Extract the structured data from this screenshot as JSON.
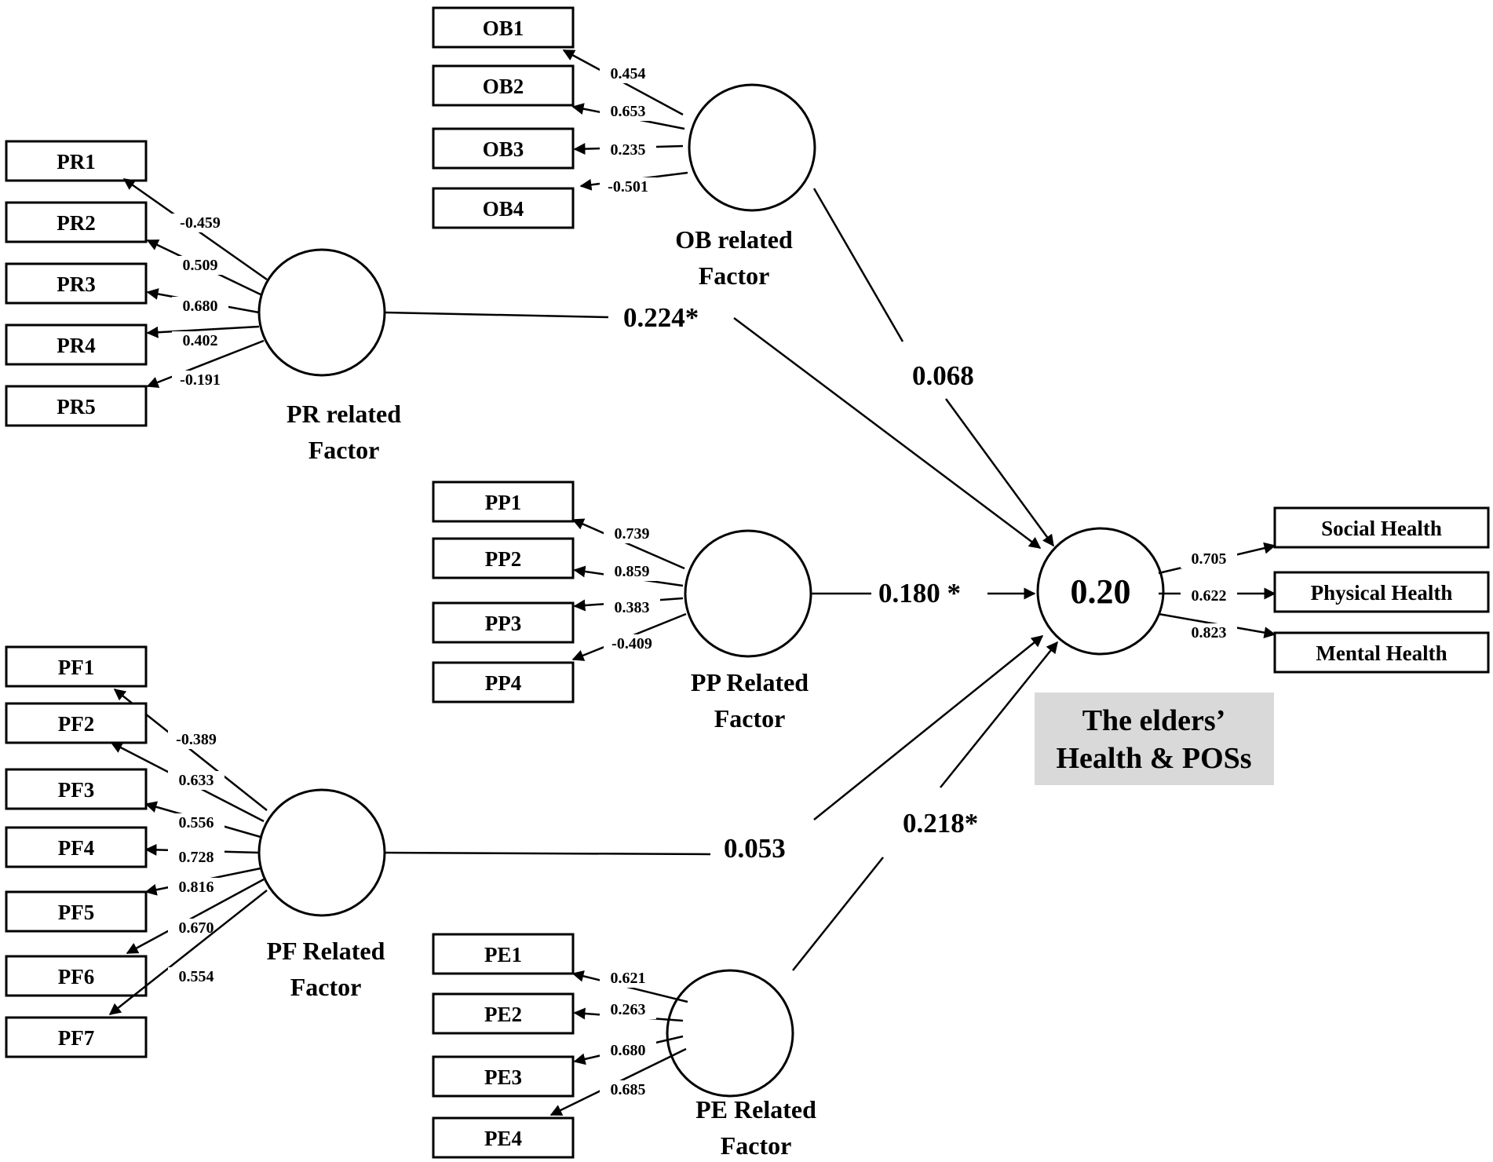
{
  "factors": {
    "ob": {
      "label_line1": "OB related",
      "label_line2": "Factor"
    },
    "pr": {
      "label_line1": "PR related",
      "label_line2": "Factor"
    },
    "pp": {
      "label_line1": "PP Related",
      "label_line2": "Factor"
    },
    "pf": {
      "label_line1": "PF Related",
      "label_line2": "Factor"
    },
    "pe": {
      "label_line1": "PE Related",
      "label_line2": "Factor"
    }
  },
  "outcome": {
    "r_squared": "0.20",
    "caption_line1": "The elders’",
    "caption_line2": "Health & POSs"
  },
  "indicators": {
    "ob": [
      {
        "label": "OB1",
        "loading": "0.454"
      },
      {
        "label": "OB2",
        "loading": "0.653"
      },
      {
        "label": "OB3",
        "loading": "0.235"
      },
      {
        "label": "OB4",
        "loading": "-0.501"
      }
    ],
    "pr": [
      {
        "label": "PR1",
        "loading": "-0.459"
      },
      {
        "label": "PR2",
        "loading": "0.509"
      },
      {
        "label": "PR3",
        "loading": "0.680"
      },
      {
        "label": "PR4",
        "loading": "0.402"
      },
      {
        "label": "PR5",
        "loading": "-0.191"
      }
    ],
    "pp": [
      {
        "label": "PP1",
        "loading": "0.739"
      },
      {
        "label": "PP2",
        "loading": "0.859"
      },
      {
        "label": "PP3",
        "loading": "0.383"
      },
      {
        "label": "PP4",
        "loading": "-0.409"
      }
    ],
    "pf": [
      {
        "label": "PF1",
        "loading": "-0.389"
      },
      {
        "label": "PF2",
        "loading": "0.633"
      },
      {
        "label": "PF3",
        "loading": "0.556"
      },
      {
        "label": "PF4",
        "loading": "0.728"
      },
      {
        "label": "PF5",
        "loading": "0.816"
      },
      {
        "label": "PF6",
        "loading": "0.670"
      },
      {
        "label": "PF7",
        "loading": "0.554"
      }
    ],
    "pe": [
      {
        "label": "PE1",
        "loading": "0.621"
      },
      {
        "label": "PE2",
        "loading": "0.263"
      },
      {
        "label": "PE3",
        "loading": "0.680"
      },
      {
        "label": "PE4",
        "loading": "0.685"
      }
    ],
    "outcome": [
      {
        "label": "Social  Health",
        "loading": "0.705"
      },
      {
        "label": "Physical Health",
        "loading": "0.622"
      },
      {
        "label": "Mental Health",
        "loading": "0.823"
      }
    ]
  },
  "paths": {
    "ob": "0.068",
    "pr": "0.224*",
    "pp": "0.180 *",
    "pf": "0.053",
    "pe": "0.218*"
  },
  "colors": {
    "caption_bg": "#d9d9d9",
    "stroke": "#000000"
  }
}
